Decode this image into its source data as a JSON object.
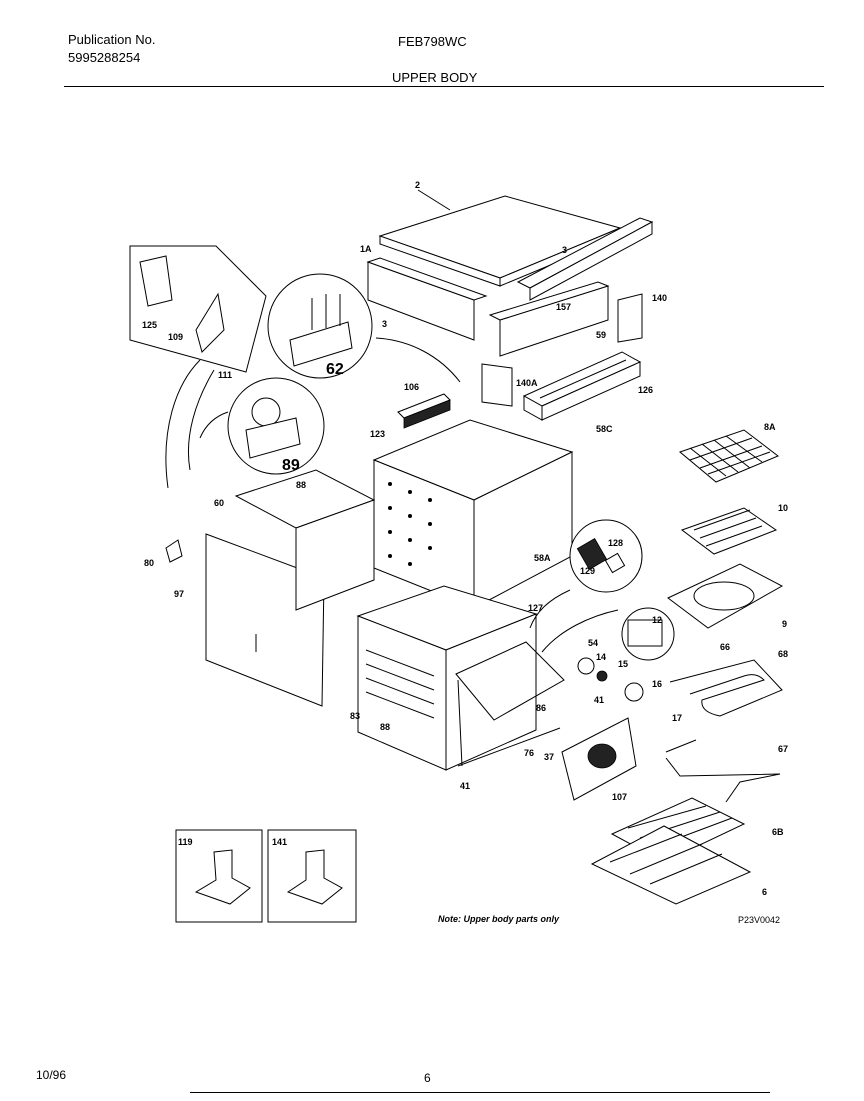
{
  "header": {
    "publication_label": "Publication No.",
    "publication_number": "5995288254",
    "model": "FEB798WC",
    "section_title": "UPPER BODY"
  },
  "footer": {
    "date": "10/96",
    "page": "6"
  },
  "diagram": {
    "note": "Note: Upper body parts only",
    "code": "P23V0042",
    "inset_left_label": "119",
    "inset_right_label": "141",
    "callouts": [
      "2",
      "1A",
      "3",
      "140",
      "157",
      "3",
      "59",
      "140A",
      "126",
      "106",
      "58C",
      "123",
      "125",
      "109",
      "111",
      "62",
      "89",
      "8A",
      "10",
      "9",
      "88",
      "60",
      "58A",
      "128",
      "129",
      "80",
      "97",
      "127",
      "12",
      "54",
      "14",
      "15",
      "66",
      "68",
      "16",
      "17",
      "83",
      "88",
      "86",
      "41",
      "76",
      "37",
      "107",
      "67",
      "41",
      "6B",
      "6"
    ]
  }
}
